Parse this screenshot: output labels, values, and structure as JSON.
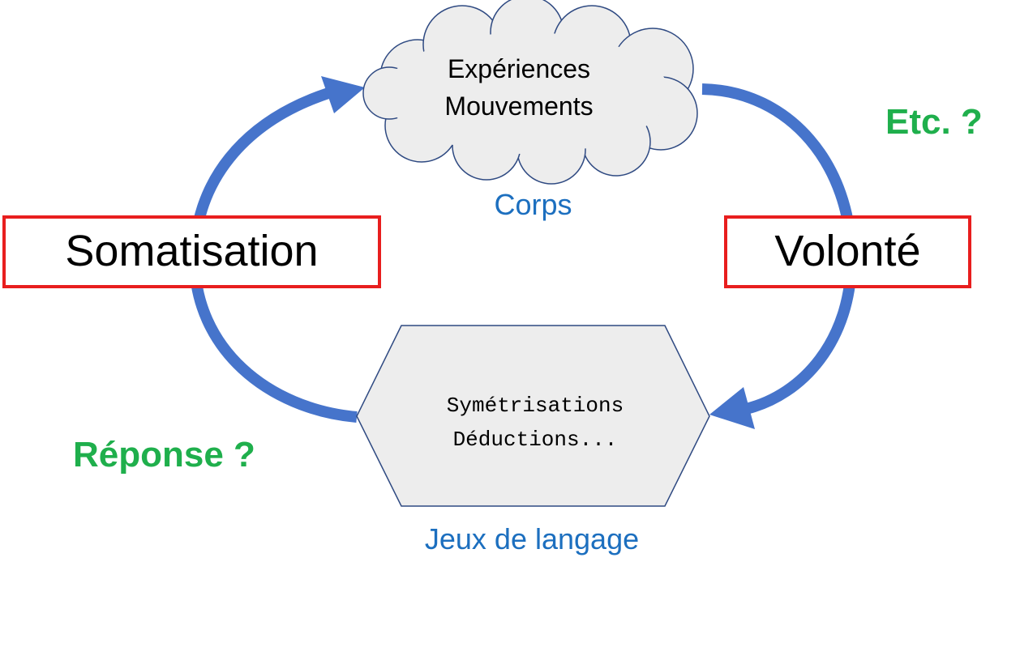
{
  "colors": {
    "arrow": "#4674CB",
    "box_border": "#E81E1E",
    "blue_text": "#1C6FBF",
    "green_text": "#1FAF4C",
    "cloud_fill": "#EDEDED",
    "cloud_stroke": "#2F4A82",
    "hexagon_fill": "#EDEDED",
    "hexagon_stroke": "#2F4A82"
  },
  "cloud": {
    "line1": "Expériences",
    "line2": "Mouvements",
    "caption": "Corps"
  },
  "hexagon": {
    "line1": "Symétrisations",
    "line2": "Déductions...",
    "caption": "Jeux de langage"
  },
  "left_box": {
    "label": "Somatisation"
  },
  "right_box": {
    "label": "Volonté"
  },
  "annotations": {
    "top_right": "Etc. ?",
    "bottom_left": "Réponse ?"
  }
}
